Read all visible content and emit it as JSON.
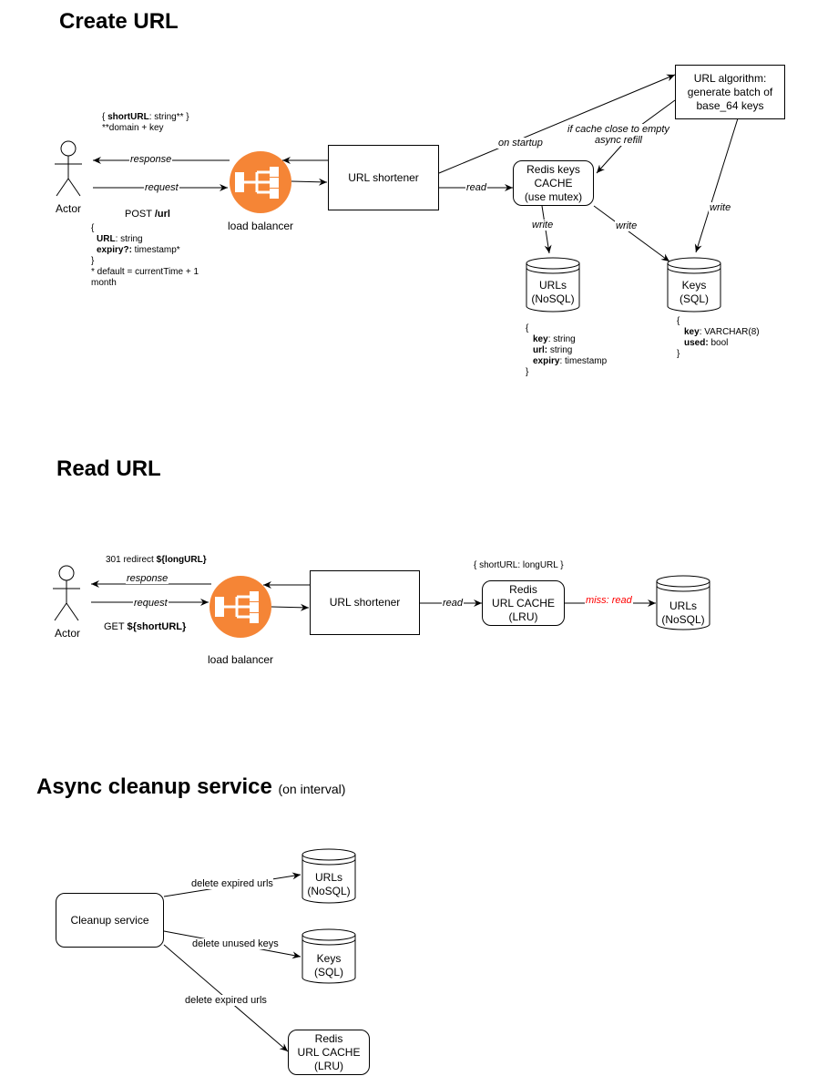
{
  "sections": {
    "create": {
      "title": "Create URL"
    },
    "read": {
      "title": "Read URL"
    },
    "cleanup": {
      "title": "Async cleanup service",
      "subtitle": "(on interval)"
    }
  },
  "create": {
    "actor": "Actor",
    "load_balancer": "load balancer",
    "url_shortener": "URL shortener",
    "redis": "Redis keys\nCACHE\n(use mutex)",
    "algorithm": "URL algorithm:\ngenerate batch of\nbase_64 keys",
    "urls_db": "URLs\n(NoSQL)",
    "keys_db": "Keys\n(SQL)",
    "edges": {
      "response": "response",
      "request": "request",
      "read": "read",
      "on_startup": "on startup",
      "refill_line1": "if cache close to empty",
      "refill_line2": "async refill",
      "write_urls": "write",
      "write_keys": "write",
      "write_algo": "write"
    },
    "response_note": {
      "open": "{ ",
      "field": "shortURL",
      "rest": ": string** }",
      "line2": "**domain + key"
    },
    "post_label": {
      "method": "POST ",
      "path": "/url"
    },
    "request_body": {
      "open": "{",
      "url_key": "URL",
      "url_type": ": string",
      "expiry_key": "expiry?:",
      "expiry_type": " timestamp*",
      "close": "}",
      "footnote1": "* default = currentTime + 1",
      "footnote2": "month"
    },
    "urls_schema": {
      "open": "{",
      "f1k": "key",
      "f1v": ": string",
      "f2k": "url:",
      "f2v": " string",
      "f3k": "expiry",
      "f3v": ": timestamp",
      "close": "}"
    },
    "keys_schema": {
      "open": "{",
      "f1k": "key",
      "f1v": ": VARCHAR(8)",
      "f2k": "used:",
      "f2v": " bool",
      "close": "}"
    }
  },
  "read": {
    "actor": "Actor",
    "load_balancer": "load balancer",
    "url_shortener": "URL shortener",
    "redis": "Redis\nURL CACHE\n(LRU)",
    "urls_db": "URLs\n(NoSQL)",
    "redirect_note": {
      "text": "301 redirect ",
      "value": "${longURL}"
    },
    "get_label": {
      "method": "GET ",
      "value": "${shortURL}"
    },
    "cache_note": "{ shortURL: longURL }",
    "edges": {
      "response": "response",
      "request": "request",
      "read": "read",
      "miss": "miss: read"
    },
    "miss_color": "#ff0000"
  },
  "cleanup": {
    "service": "Cleanup service",
    "urls_db": "URLs\n(NoSQL)",
    "keys_db": "Keys\n(SQL)",
    "redis": "Redis\nURL CACHE\n(LRU)",
    "edges": {
      "urls": "delete expired urls",
      "keys": "delete unused keys",
      "redis": "delete expired urls"
    }
  },
  "colors": {
    "lb_orange": "#f58536",
    "line": "#000000",
    "background": "#ffffff"
  },
  "icons": {
    "actor": "stick-figure-icon",
    "load_balancer": "load-balancer-icon",
    "database": "database-cylinder-icon"
  }
}
